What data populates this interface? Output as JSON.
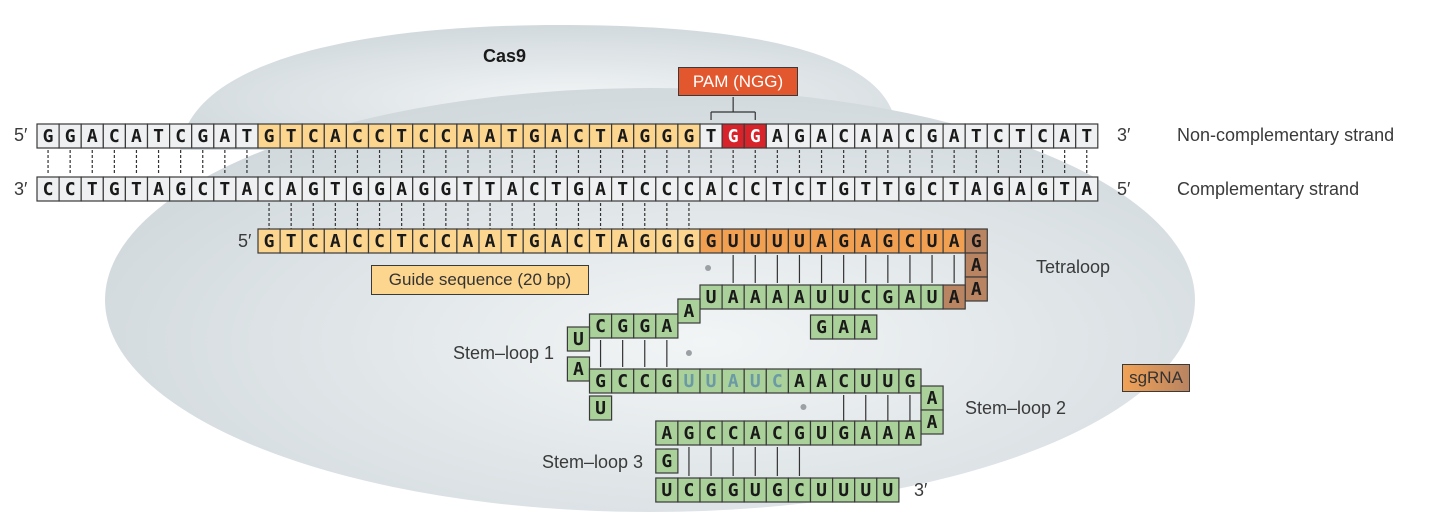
{
  "labels": {
    "cas9": "Cas9",
    "pam": "PAM (NGG)",
    "non_complementary": "Non-complementary strand",
    "complementary": "Complementary strand",
    "guide": "Guide sequence (20 bp)",
    "tetraloop": "Tetraloop",
    "stem_loop_1": "Stem–loop 1",
    "stem_loop_2": "Stem–loop 2",
    "stem_loop_3": "Stem–loop 3",
    "sgrna": "sgRNA",
    "five_prime": "5′",
    "three_prime": "3′"
  },
  "sequences": {
    "non_complementary": "GGACATCGATGTCACCTCCAATGACTAGGGTGGAGACAACGATCTCAT",
    "complementary": "CCTGTAGCTACAGTGGAGGTTACTGATCCCACCTCTGTTGCTAGAGTA",
    "sgrna_guide": "GTCACCTCCAATGACTAGGG",
    "sgrna_repeat": "GUUUUAGAGCUA",
    "tetraloop": "GAAA",
    "anti_repeat": "CGAUA",
    "bulge": "GAA",
    "anti_repeat_2": "UAAAAUU",
    "linker_a": "A",
    "stem1_top": "CGGA",
    "stem1_loop": "UA",
    "stem1_bottom": "GCCG",
    "stem1_u": "U",
    "linker_2": "UUAUC",
    "stem2_5p": "AACUUG",
    "stem2_loop": "AA",
    "stem2_3p": "AGCCACGUGAAA",
    "stem3_loop": "G",
    "tail": "UCGGUGCUUUU"
  },
  "colors": {
    "dna_box": "#eef0f1",
    "guide_box": "#fcd68f",
    "repeat_box": "#f0a050",
    "tetraloop_box": "#b98461",
    "rna_box": "#a9d199",
    "pam_highlight": "#d8232a",
    "linker_text": "#6b9aa6",
    "cas9_fill": "#dde3e6"
  }
}
